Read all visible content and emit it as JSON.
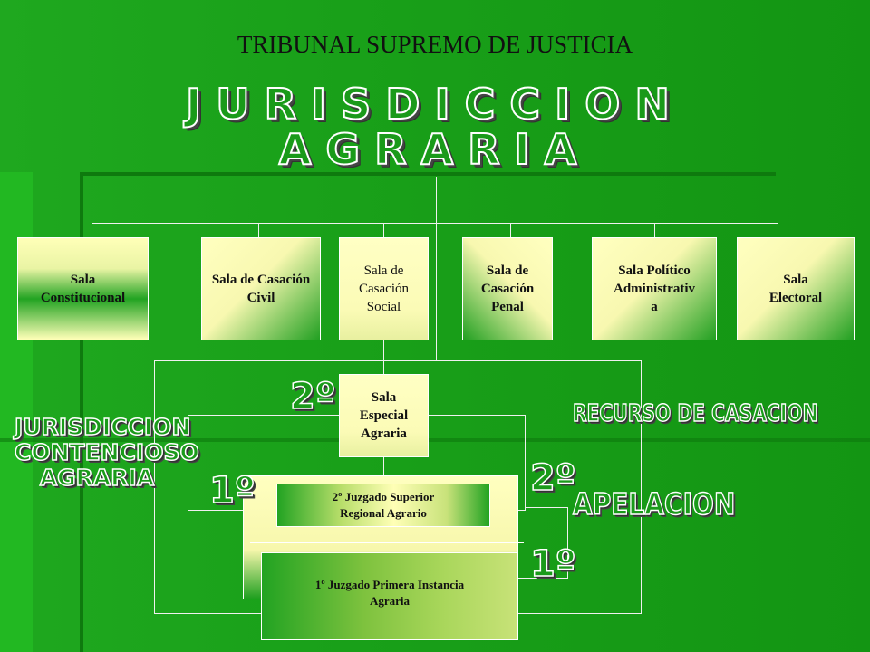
{
  "header": {
    "title": "TRIBUNAL SUPREMO DE JUSTICIA",
    "big_line1": "JURISDICCION",
    "big_line2": "AGRARIA"
  },
  "salas": [
    {
      "label": "Sala\nConstitucional"
    },
    {
      "label": "Sala de Casación\nCivil"
    },
    {
      "label": "Sala de\nCasación\nSocial"
    },
    {
      "label": "Sala de\nCasación\nPenal"
    },
    {
      "label": "Sala  Político\nAdministrativ\na"
    },
    {
      "label": "Sala\nElectoral"
    }
  ],
  "especial": {
    "label": "Sala\nEspecial\nAgraria"
  },
  "juzgado_superior": {
    "label": "2º Juzgado Superior\nRegional Agrario"
  },
  "juzgado_primera": {
    "label": "1º Juzgado Primera Instancia\nAgraria"
  },
  "annotations": {
    "jurisdiccion": "JURISDICCION\nCONTENCIOSO\nAGRARIA",
    "segundo_top": "2º",
    "recurso": "RECURSO DE CASACION",
    "primero_left": "1º",
    "segundo_right": "2º",
    "apelacion": "APELACION",
    "primero_right": "1º"
  }
}
